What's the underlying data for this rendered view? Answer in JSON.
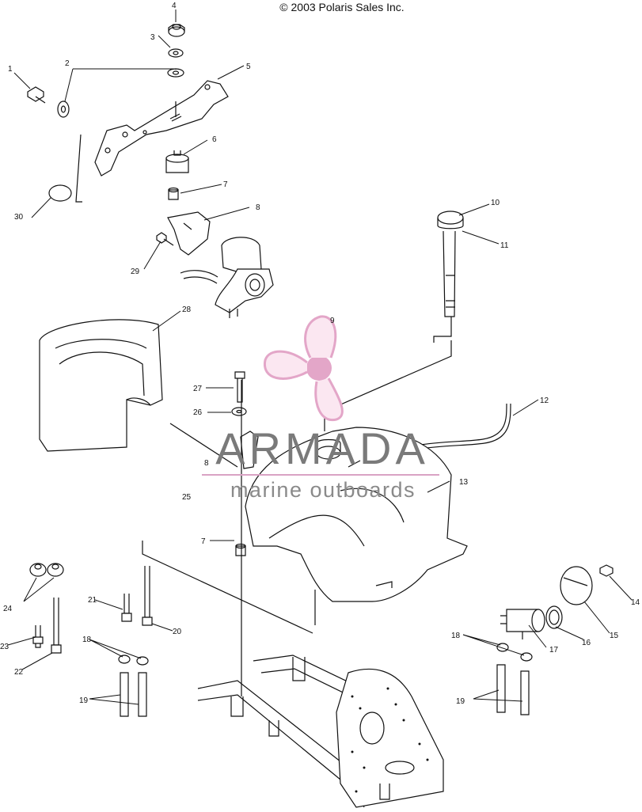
{
  "header": {
    "copyright": "© 2003 Polaris Sales Inc."
  },
  "watermark": {
    "brand": "ARMADA",
    "tagline": "marine outboards",
    "logo_color": "#e3a6c8",
    "text_color": "#7a7a7a"
  },
  "callouts": [
    {
      "id": "c4",
      "label": "4"
    },
    {
      "id": "c3",
      "label": "3"
    },
    {
      "id": "c2",
      "label": "2"
    },
    {
      "id": "c1",
      "label": "1"
    },
    {
      "id": "c5",
      "label": "5"
    },
    {
      "id": "c6",
      "label": "6"
    },
    {
      "id": "c7a",
      "label": "7"
    },
    {
      "id": "c8a",
      "label": "8"
    },
    {
      "id": "c30",
      "label": "30"
    },
    {
      "id": "c29",
      "label": "29"
    },
    {
      "id": "c10",
      "label": "10"
    },
    {
      "id": "c11",
      "label": "11"
    },
    {
      "id": "c28",
      "label": "28"
    },
    {
      "id": "c9",
      "label": "9"
    },
    {
      "id": "c27",
      "label": "27"
    },
    {
      "id": "c26",
      "label": "26"
    },
    {
      "id": "c12",
      "label": "12"
    },
    {
      "id": "c8b",
      "label": "8"
    },
    {
      "id": "c25",
      "label": "25"
    },
    {
      "id": "c13",
      "label": "13"
    },
    {
      "id": "c7b",
      "label": "7"
    },
    {
      "id": "c24",
      "label": "24"
    },
    {
      "id": "c21",
      "label": "21"
    },
    {
      "id": "c20",
      "label": "20"
    },
    {
      "id": "c23",
      "label": "23"
    },
    {
      "id": "c22",
      "label": "22"
    },
    {
      "id": "c18a",
      "label": "18"
    },
    {
      "id": "c19a",
      "label": "19"
    },
    {
      "id": "c18b",
      "label": "18"
    },
    {
      "id": "c17",
      "label": "17"
    },
    {
      "id": "c16",
      "label": "16"
    },
    {
      "id": "c15",
      "label": "15"
    },
    {
      "id": "c14",
      "label": "14"
    },
    {
      "id": "c19b",
      "label": "19"
    }
  ]
}
